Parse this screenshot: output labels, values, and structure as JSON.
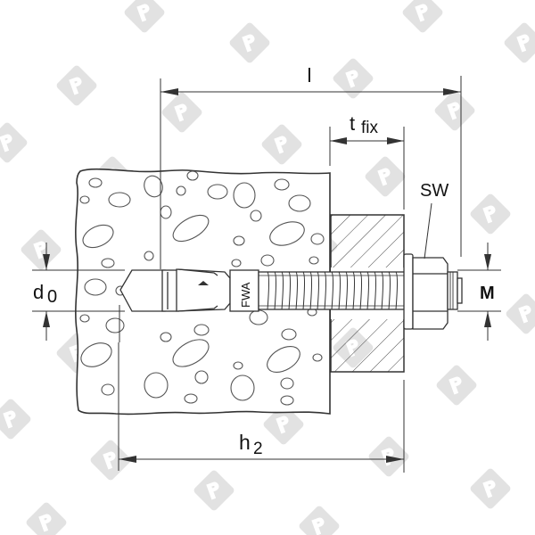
{
  "diagram": {
    "subject": "anchor bolt installation (FWA)",
    "labels": {
      "total_length": "l",
      "fixture_thickness_main": "t",
      "fixture_thickness_sub": "fix",
      "wrench_size": "SW",
      "drill_diameter_main": "d",
      "drill_diameter_sub": "0",
      "thread": "M",
      "hole_depth_main": "h",
      "hole_depth_sub": "2",
      "anchor_marking": "FWA"
    },
    "colors": {
      "line": "#333333",
      "watermark": "#e0e0e0",
      "background": "#ffffff"
    }
  }
}
